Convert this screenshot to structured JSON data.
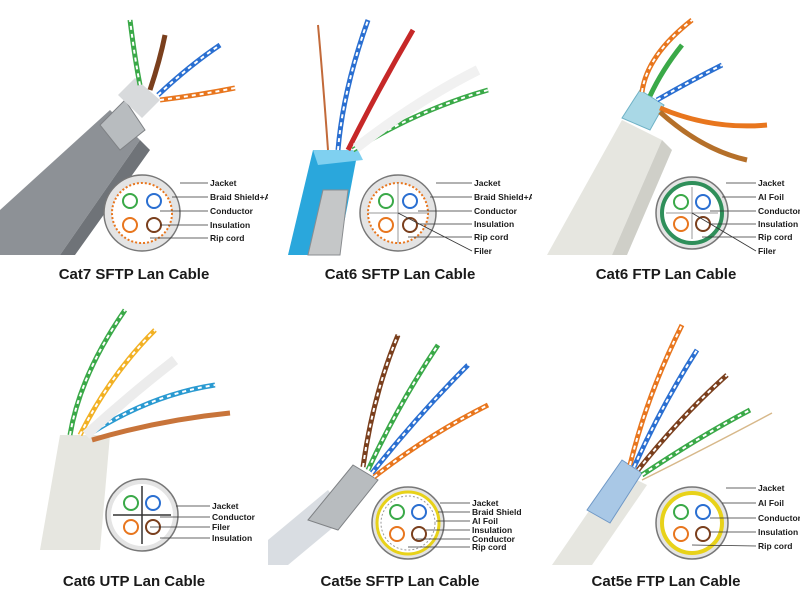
{
  "panels": [
    {
      "title": "Cat7 SFTP Lan Cable",
      "legend": [
        "Jacket",
        "Braid Shield+Al Foil",
        "Conductor",
        "Insulation",
        "Rip cord"
      ]
    },
    {
      "title": "Cat6 SFTP Lan Cable",
      "legend": [
        "Jacket",
        "Braid Shield+Al Foil",
        "Conductor",
        "Insulation",
        "Rip cord",
        "Filer"
      ]
    },
    {
      "title": "Cat6 FTP Lan Cable",
      "legend": [
        "Jacket",
        "Al Foil",
        "Conductor",
        "Insulation",
        "Rip cord",
        "Filer"
      ]
    },
    {
      "title": "Cat6 UTP Lan Cable",
      "legend": [
        "Jacket",
        "Conductor",
        "Filer",
        "Insulation"
      ]
    },
    {
      "title": "Cat5e SFTP Lan Cable",
      "legend": [
        "Jacket",
        "Braid Shield",
        "Al Foil",
        "Insulation",
        "Conductor",
        "Rip cord"
      ]
    },
    {
      "title": "Cat5e FTP Lan Cable",
      "legend": [
        "Jacket",
        "Al Foil",
        "Conductor",
        "Insulation",
        "Rip cord"
      ]
    }
  ],
  "colors": {
    "gray_jacket": "#8d9196",
    "blue_jacket": "#2aa7dc",
    "white_jacket": "#e6e6e0",
    "pair_orange": "#e8761e",
    "pair_green": "#3aa948",
    "pair_blue": "#2a6fd1",
    "pair_brown": "#7a3f1d",
    "foil_green": "#2f8f5a",
    "foil_yellow": "#e8d21a"
  }
}
